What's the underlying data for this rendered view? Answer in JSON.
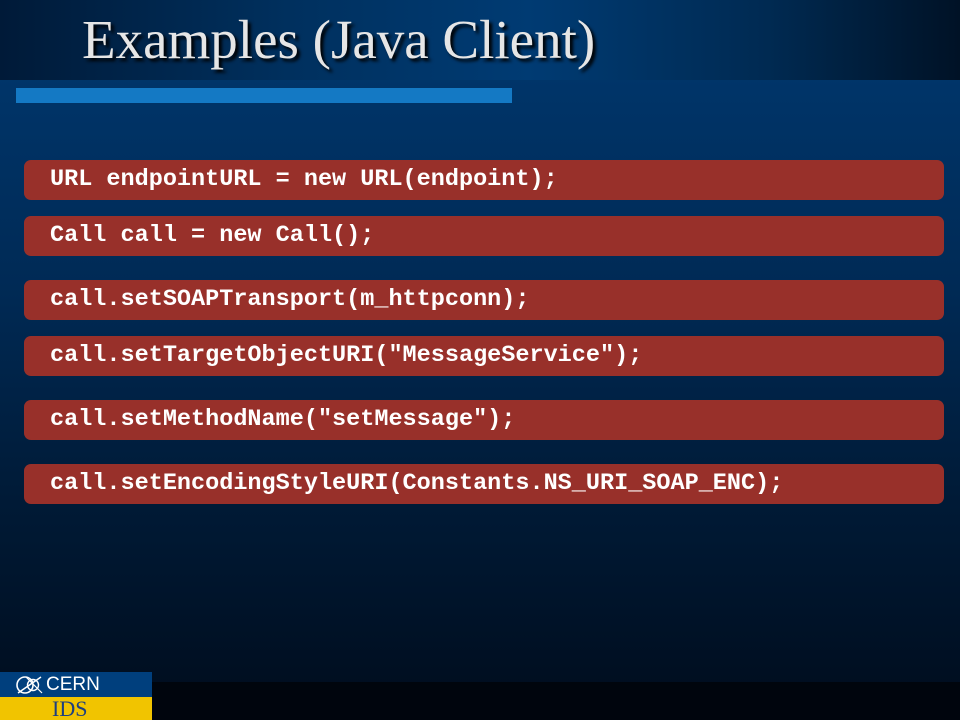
{
  "slide": {
    "title": "Examples (Java Client)",
    "code_lines": [
      "URL endpointURL = new URL(endpoint);",
      "Call call = new Call();",
      "call.setSOAPTransport(m_httpconn);",
      "call.setTargetObjectURI(\"MessageService\");",
      "call.setMethodName(\"setMessage\");",
      "call.setEncodingStyleURI(Constants.NS_URI_SOAP_ENC);"
    ]
  },
  "logo": {
    "top_text": "CERN",
    "bottom_text": "IDS",
    "icon": "cern-logo-icon"
  },
  "colors": {
    "background": "#003366",
    "accent_rule": "#1479c4",
    "code_box": "#98302a",
    "code_text": "#ffffff",
    "title_text": "#e6e6e6",
    "logo_blue": "#003f7d",
    "logo_yellow": "#f1c400"
  }
}
